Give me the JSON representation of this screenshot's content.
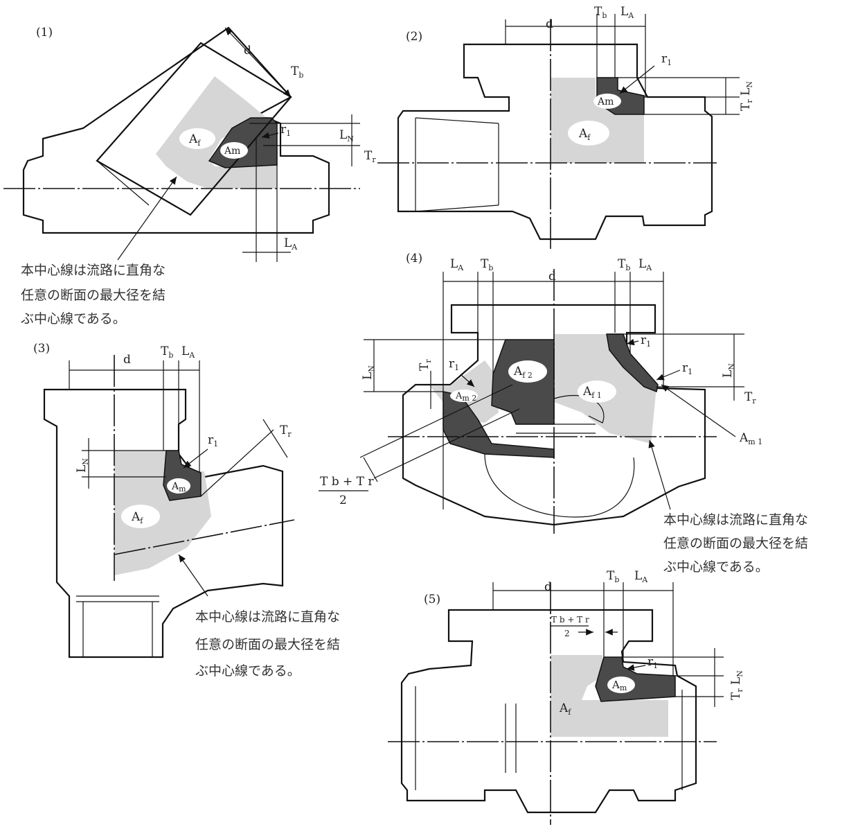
{
  "diagrams": [
    {
      "number": "(1)",
      "labels": {
        "d": "d",
        "tb": "T",
        "tb_sub": "b",
        "la": "L",
        "la_sub": "A",
        "ln": "L",
        "ln_sub": "N",
        "tr": "T",
        "tr_sub": "r",
        "r1": "r",
        "r1_sub": "1",
        "af": "A",
        "af_sub": "f",
        "am": "Am"
      },
      "note": [
        "本中心線は流路に直角な",
        "任意の断面の最大径を結",
        "ぶ中心線である。"
      ]
    },
    {
      "number": "(2)",
      "labels": {
        "d": "d",
        "tb": "T",
        "tb_sub": "b",
        "la": "L",
        "la_sub": "A",
        "ln": "L",
        "ln_sub": "N",
        "tr": "T",
        "tr_sub": "r",
        "r1": "r",
        "r1_sub": "1",
        "af": "A",
        "af_sub": "f",
        "am": "Am"
      }
    },
    {
      "number": "(3)",
      "labels": {
        "d": "d",
        "tb": "T",
        "tb_sub": "b",
        "la": "L",
        "la_sub": "A",
        "ln": "L",
        "ln_sub": "N",
        "tr": "T",
        "tr_sub": "r",
        "r1": "r",
        "r1_sub": "1",
        "af": "A",
        "af_sub": "f",
        "am": "A",
        "am_sub": "m"
      },
      "note": [
        "本中心線は流路に直角な",
        "任意の断面の最大径を結",
        "ぶ中心線である。"
      ]
    },
    {
      "number": "(4)",
      "labels": {
        "d": "d",
        "tb": "T",
        "tb_sub": "b",
        "la": "L",
        "la_sub": "A",
        "ln": "L",
        "ln_sub": "N",
        "tr": "T",
        "tr_sub": "r",
        "r1": "r",
        "r1_sub": "1",
        "af1": "A",
        "af1_sub": "f 1",
        "af2": "A",
        "af2_sub": "f 2",
        "am1": "A",
        "am1_sub": "m 1",
        "am2": "A",
        "am2_sub": "m 2",
        "frac_num": "T b + T r",
        "frac_den": "2"
      },
      "note": [
        "本中心線は流路に直角な",
        "任意の断面の最大径を結",
        "ぶ中心線である。"
      ]
    },
    {
      "number": "(5)",
      "labels": {
        "d": "d",
        "tb": "T",
        "tb_sub": "b",
        "la": "L",
        "la_sub": "A",
        "ln": "L",
        "ln_sub": "N",
        "tr": "T",
        "tr_sub": "r",
        "r1": "r",
        "r1_sub": "1",
        "af": "A",
        "af_sub": "f",
        "am": "A",
        "am_sub": "m",
        "frac_num": "T b + T r",
        "frac_den": "2"
      }
    }
  ]
}
